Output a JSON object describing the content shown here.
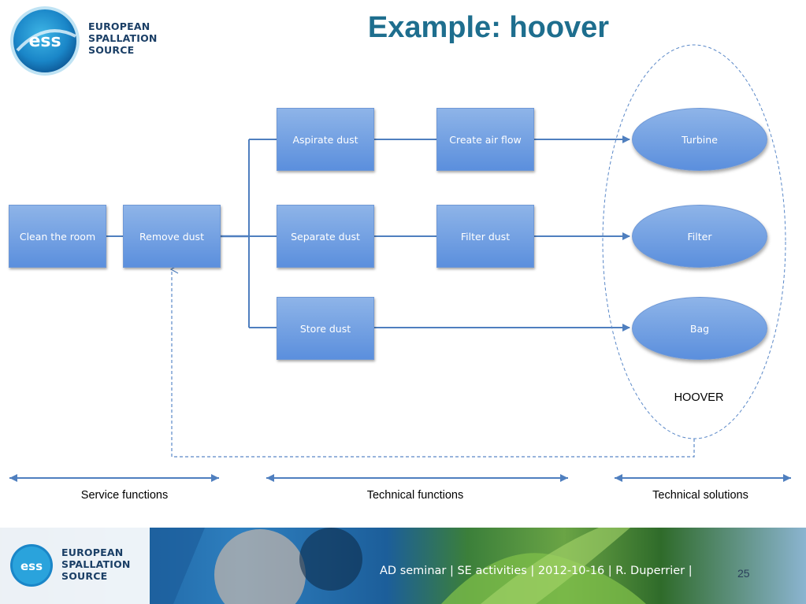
{
  "header": {
    "logo_lines": [
      "EUROPEAN",
      "SPALLATION",
      "SOURCE"
    ],
    "logo_mark": "ess",
    "title": "Example: hoover"
  },
  "diagram": {
    "service": [
      "Clean the room",
      "Remove dust"
    ],
    "technical_functions": [
      "Aspirate dust",
      "Create air flow",
      "Separate dust",
      "Filter dust",
      "Store dust"
    ],
    "solutions": [
      "Turbine",
      "Filter",
      "Bag"
    ],
    "group_label": "HOOVER",
    "arrow_color": "#4f7fbf",
    "box_color": "#5b8fdd"
  },
  "axis_labels": {
    "service": "Service functions",
    "technical_functions": "Technical functions",
    "technical_solutions": "Technical solutions"
  },
  "footer": {
    "logo_lines": [
      "EUROPEAN",
      "SPALLATION",
      "SOURCE"
    ],
    "logo_mark": "ess",
    "text": "AD seminar | SE activities |  2012-10-16 | R. Duperrier |",
    "page": "25"
  }
}
